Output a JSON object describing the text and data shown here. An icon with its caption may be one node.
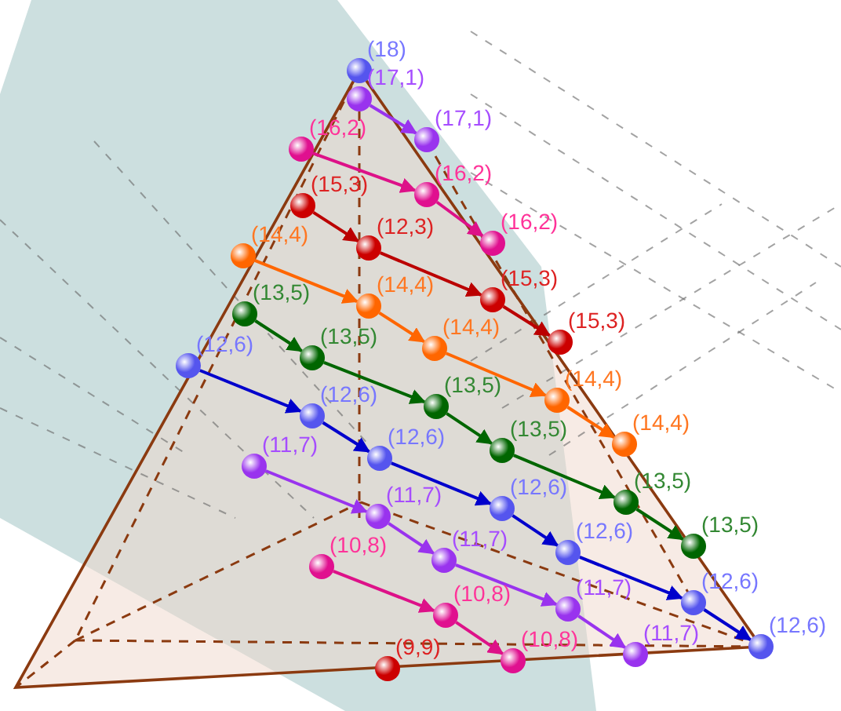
{
  "diagram": {
    "nodes": [
      {
        "text": [
          "(18)"
        ]
      },
      {
        "text": [
          "(17,1)"
        ]
      },
      {
        "text": [
          "(17,1)"
        ]
      },
      {
        "text": [
          "(16,2)"
        ]
      },
      {
        "text": [
          "(16,2)"
        ]
      },
      {
        "text": [
          "(16,2)"
        ]
      },
      {
        "text": [
          "(15,3)"
        ]
      },
      {
        "text": [
          "(12,3)"
        ]
      },
      {
        "text": [
          "(15,3)"
        ]
      },
      {
        "text": [
          "(15,3)"
        ]
      },
      {
        "text": [
          "(14,4)"
        ]
      },
      {
        "text": [
          "(14,4)"
        ]
      },
      {
        "text": [
          "(14,4)"
        ]
      },
      {
        "text": [
          "(14,4)"
        ]
      },
      {
        "text": [
          "(14,4)"
        ]
      },
      {
        "text": [
          "(13,5)"
        ]
      },
      {
        "text": [
          "(13,5)"
        ]
      },
      {
        "text": [
          "(13,5)"
        ]
      },
      {
        "text": [
          "(13,5)"
        ]
      },
      {
        "text": [
          "(13,5)"
        ]
      },
      {
        "text": [
          "(13,5)"
        ]
      },
      {
        "text": [
          "(12,6)"
        ]
      },
      {
        "text": [
          "(12,6)"
        ]
      },
      {
        "text": [
          "(12,6)"
        ]
      },
      {
        "text": [
          "(12,6)"
        ]
      },
      {
        "text": [
          "(12,6)"
        ]
      },
      {
        "text": [
          "(12,6)"
        ]
      },
      {
        "text": [
          "(12,6)"
        ]
      },
      {
        "text": [
          "(11,7)"
        ]
      },
      {
        "text": [
          "(11,7)"
        ]
      },
      {
        "text": [
          "(11,7)"
        ]
      },
      {
        "text": [
          "(11,7)"
        ]
      },
      {
        "text": [
          "(11,7)"
        ]
      },
      {
        "text": [
          "(10,8)"
        ]
      },
      {
        "text": [
          "(10,8)"
        ]
      },
      {
        "text": [
          "(10,8)"
        ]
      },
      {
        "text": [
          "(9,9)"
        ]
      }
    ],
    "edges": [
      {
        "from": 1,
        "to": 2,
        "arrow": "to",
        "color": "#9933ee"
      },
      {
        "from": 3,
        "to": 4,
        "arrow": "to",
        "color": "#dd1188"
      },
      {
        "from": 4,
        "to": 5,
        "arrow": "to",
        "color": "#dd1188"
      },
      {
        "from": 6,
        "to": 7,
        "arrow": "to",
        "color": "#bb0000"
      },
      {
        "from": 7,
        "to": 8,
        "arrow": "to",
        "color": "#bb0000"
      },
      {
        "from": 8,
        "to": 9,
        "arrow": "to",
        "color": "#bb0000"
      },
      {
        "from": 10,
        "to": 11,
        "arrow": "to",
        "color": "#ff6600"
      },
      {
        "from": 11,
        "to": 12,
        "arrow": "to",
        "color": "#ff6600"
      },
      {
        "from": 12,
        "to": 13,
        "arrow": "to",
        "color": "#ff6600"
      },
      {
        "from": 13,
        "to": 14,
        "arrow": "to",
        "color": "#ff6600"
      },
      {
        "from": 15,
        "to": 16,
        "arrow": "to",
        "color": "#006600"
      },
      {
        "from": 16,
        "to": 17,
        "arrow": "to",
        "color": "#006600"
      },
      {
        "from": 17,
        "to": 18,
        "arrow": "to",
        "color": "#006600"
      },
      {
        "from": 18,
        "to": 19,
        "arrow": "to",
        "color": "#006600"
      },
      {
        "from": 19,
        "to": 20,
        "arrow": "to",
        "color": "#006600"
      },
      {
        "from": 21,
        "to": 22,
        "arrow": "to",
        "color": "#0000cc"
      },
      {
        "from": 22,
        "to": 23,
        "arrow": "to",
        "color": "#0000cc"
      },
      {
        "from": 23,
        "to": 24,
        "arrow": "to",
        "color": "#0000cc"
      },
      {
        "from": 24,
        "to": 25,
        "arrow": "to",
        "color": "#0000cc"
      },
      {
        "from": 25,
        "to": 26,
        "arrow": "to",
        "color": "#0000cc"
      },
      {
        "from": 26,
        "to": 27,
        "arrow": "to",
        "color": "#0000cc"
      },
      {
        "from": 28,
        "to": 29,
        "arrow": "to",
        "color": "#9933ee"
      },
      {
        "from": 29,
        "to": 30,
        "arrow": "to",
        "color": "#9933ee"
      },
      {
        "from": 30,
        "to": 31,
        "arrow": "to",
        "color": "#9933ee"
      },
      {
        "from": 31,
        "to": 32,
        "arrow": "to",
        "color": "#9933ee"
      },
      {
        "from": 33,
        "to": 34,
        "arrow": "to",
        "color": "#dd1188"
      },
      {
        "from": 34,
        "to": 35,
        "arrow": "to",
        "color": "#dd1188"
      }
    ]
  }
}
